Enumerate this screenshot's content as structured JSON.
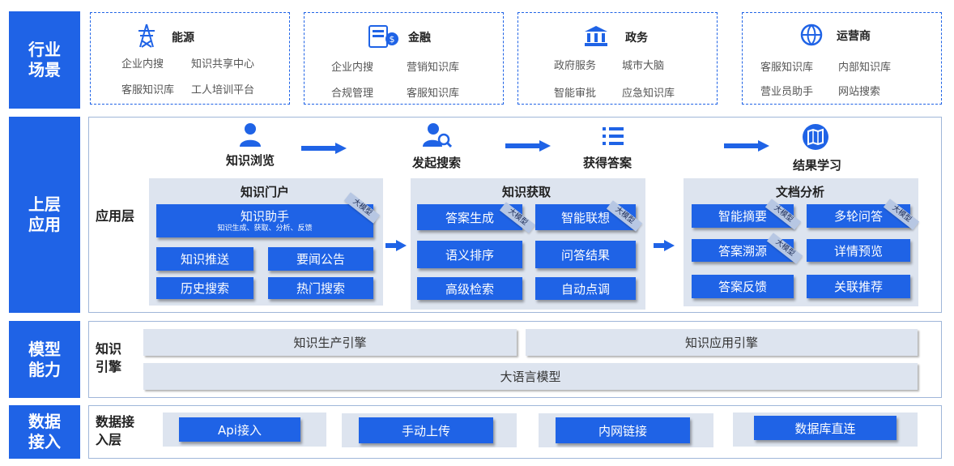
{
  "colors": {
    "primary": "#1f63e6",
    "light_panel": "#dde4ef",
    "tag": "#b7c7e3"
  },
  "sidebar": {
    "industry": "行业场景",
    "upper": "上层应用",
    "model": "模型能力",
    "data": "数据接入"
  },
  "industries": [
    {
      "icon": "power-tower-icon",
      "title": "能源",
      "items": [
        "企业内搜",
        "知识共享中心",
        "客服知识库",
        "工人培训平台"
      ]
    },
    {
      "icon": "finance-icon",
      "title": "金融",
      "items": [
        "企业内搜",
        "营销知识库",
        "合规管理",
        "客服知识库"
      ]
    },
    {
      "icon": "government-building-icon",
      "title": "政务",
      "items": [
        "政府服务",
        "城市大脑",
        "智能审批",
        "应急知识库"
      ]
    },
    {
      "icon": "network-globe-icon",
      "title": "运营商",
      "items": [
        "客服知识库",
        "内部知识库",
        "营业员助手",
        "网站搜索"
      ]
    }
  ],
  "flow": {
    "steps": [
      {
        "icon": "user-icon",
        "label": "知识浏览"
      },
      {
        "icon": "search-user-icon",
        "label": "发起搜索"
      },
      {
        "icon": "list-icon",
        "label": "获得答案"
      },
      {
        "icon": "map-book-icon",
        "label": "结果学习"
      }
    ]
  },
  "app_layer": {
    "label": "应用层",
    "tag": "大模型",
    "portal": {
      "title": "知识门户",
      "assistant": "知识助手",
      "assistant_sub": "知识生成、获取、分析、反馈",
      "buttons": [
        "知识推送",
        "要闻公告",
        "历史搜索",
        "热门搜索"
      ]
    },
    "acquire": {
      "title": "知识获取",
      "buttons": [
        "答案生成",
        "智能联想",
        "语义排序",
        "问答结果",
        "高级检索",
        "自动点调"
      ]
    },
    "analysis": {
      "title": "文档分析",
      "buttons": [
        "智能摘要",
        "多轮问答",
        "答案溯源",
        "详情预览",
        "答案反馈",
        "关联推荐"
      ]
    }
  },
  "engine": {
    "label": "知识引擎",
    "production": "知识生产引擎",
    "application": "知识应用引擎",
    "llm": "大语言模型"
  },
  "data_access": {
    "label": "数据接入层",
    "items": [
      "Api接入",
      "手动上传",
      "内网链接",
      "数据库直连"
    ]
  }
}
